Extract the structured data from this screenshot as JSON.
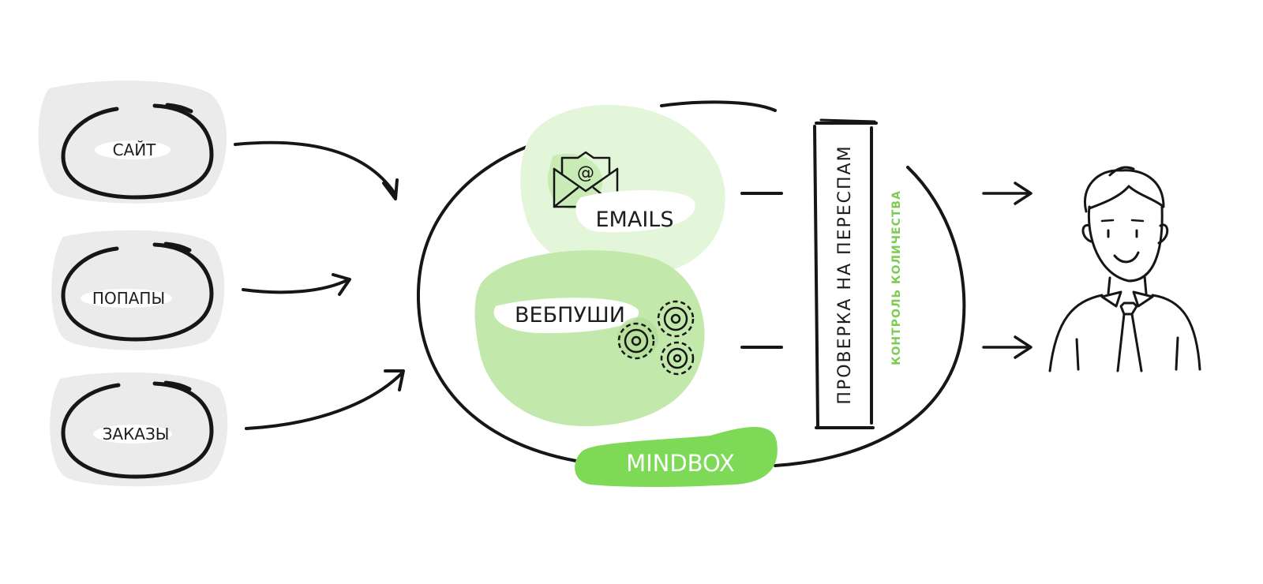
{
  "sources": [
    {
      "label": "САЙТ"
    },
    {
      "label": "ПОПАПЫ"
    },
    {
      "label": "ЗАКАЗЫ"
    }
  ],
  "channels": {
    "emails": {
      "label": "EMAILS",
      "icon": "envelope-at-icon"
    },
    "webpush": {
      "label": "ВЕБПУШИ",
      "icon": "gears-icon"
    }
  },
  "platform": {
    "label": "MINDBOX"
  },
  "filter": {
    "label": "ПРОВЕРКА НА ПЕРЕСПАМ",
    "sublabel": "КОНТРОЛЬ КОЛИЧЕСТВА"
  },
  "recipient": {
    "icon": "person-icon"
  },
  "colors": {
    "ink": "#161616",
    "accent_green": "#7ed957",
    "light_green": "#e3f6d9",
    "mid_green": "#c2e8ab",
    "sublabel_green": "#7ccc52",
    "source_fill": "#ebebeb"
  }
}
